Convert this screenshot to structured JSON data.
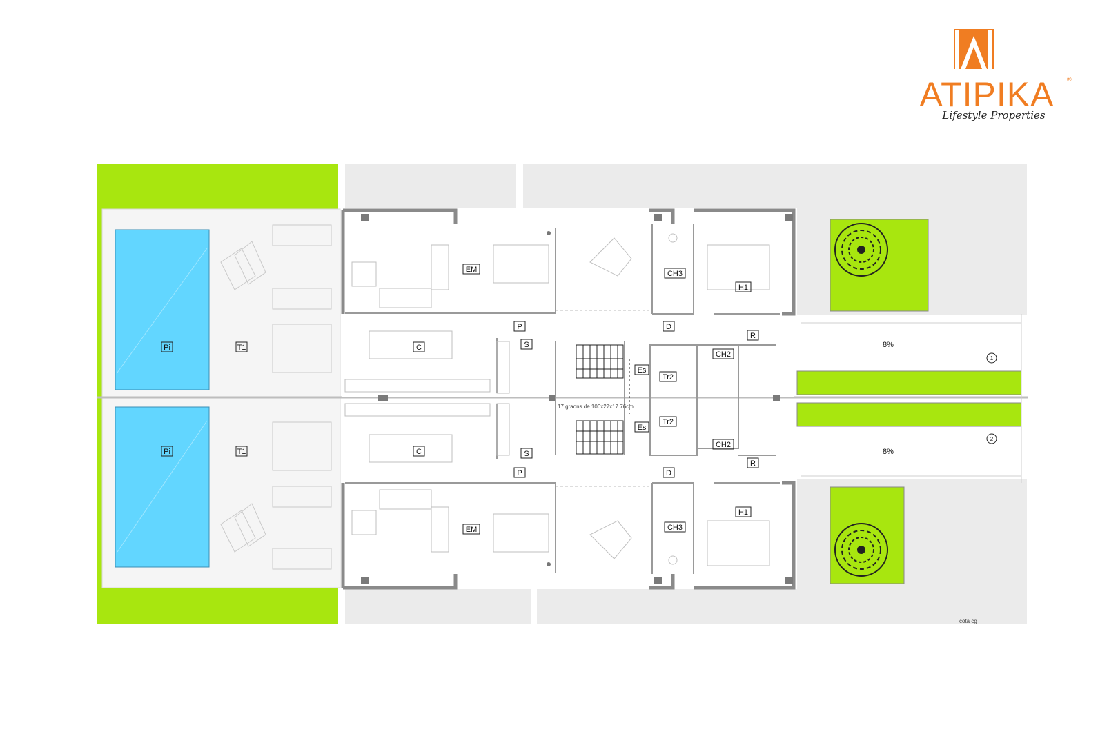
{
  "logo": {
    "brand": "ATIPIKA",
    "tagline": "Lifestyle Properties",
    "colors": {
      "orange": "#f07d22"
    }
  },
  "plan": {
    "colors": {
      "lawn": "#a8e60f",
      "pool": "#62d6ff",
      "paving": "#ebebeb",
      "terrace": "#f3f3f3",
      "wall": "#8a8a8a"
    },
    "rooms": {
      "top": {
        "pool": "Pi",
        "terrace": "T1",
        "living": "EM",
        "kitchen": "C",
        "corridor": "P",
        "storage": "S",
        "landing": "D",
        "bathroom_small": "CH3",
        "bedroom": "H1",
        "utility": "R",
        "bathroom": "CH2",
        "storeroom": "Tr2",
        "stairs": "Es",
        "ramp_slope": "8%",
        "unit_number": "1"
      },
      "bottom": {
        "pool": "Pi",
        "terrace": "T1",
        "living": "EM",
        "kitchen": "C",
        "corridor": "P",
        "storage": "S",
        "landing": "D",
        "bathroom_small": "CH3",
        "bedroom": "H1",
        "utility": "R",
        "bathroom": "CH2",
        "storeroom": "Tr2",
        "stairs": "Es",
        "ramp_slope": "8%",
        "unit_number": "2"
      }
    },
    "stair_note": "17 graons de 100x27x17.76cm",
    "level_note": "cota cg"
  }
}
